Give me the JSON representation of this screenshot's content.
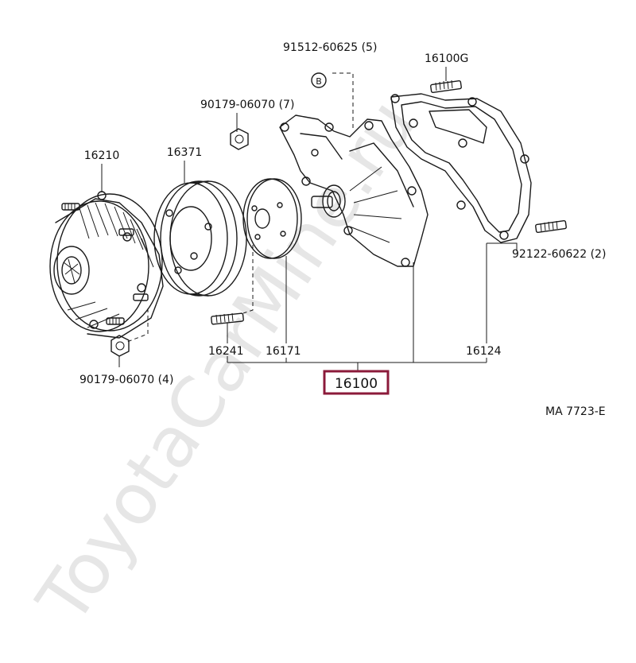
{
  "diagram": {
    "parts": {
      "p16210": "16210",
      "p16371": "16371",
      "p90179_top": "90179-06070 (7)",
      "p90179_bottom": "90179-06070 (4)",
      "p91512": "91512-60625 (5)",
      "p16100g": "16100G",
      "p92122": "92122-60622 (2)",
      "p16241": "16241",
      "p16171": "16171",
      "p16124": "16124",
      "assembly": "16100"
    },
    "callout_letter": "B",
    "figure_code": "MA 7723-E",
    "watermark": "ToyotaCarMine.ru",
    "colors": {
      "ink": "#1a1a1a",
      "highlight_box": "#8b1a3a",
      "watermark": "#e6e6e6"
    }
  }
}
